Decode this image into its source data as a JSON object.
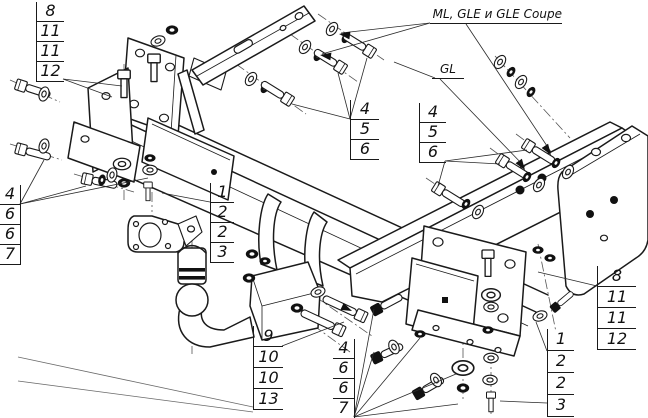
{
  "labels": {
    "models_a": "ML, GLE и GLE Coupe",
    "models_b": "GL"
  },
  "callouts": {
    "top_left": [
      "8",
      "11",
      "11",
      "12"
    ],
    "left": [
      "4",
      "6",
      "6",
      "7"
    ],
    "center_left": [
      "1",
      "2",
      "2",
      "3"
    ],
    "mid_a": [
      "4",
      "5",
      "6"
    ],
    "mid_b": [
      "4",
      "5",
      "6"
    ],
    "bottom_ball": [
      "9",
      "10",
      "10",
      "13"
    ],
    "bottom_center": [
      "4",
      "6",
      "6",
      "7"
    ],
    "bottom_right": [
      "1",
      "2",
      "2",
      "3"
    ],
    "right": [
      "8",
      "11",
      "11",
      "12"
    ]
  },
  "colors": {
    "line": "#1a1a1a",
    "background": "#ffffff"
  }
}
